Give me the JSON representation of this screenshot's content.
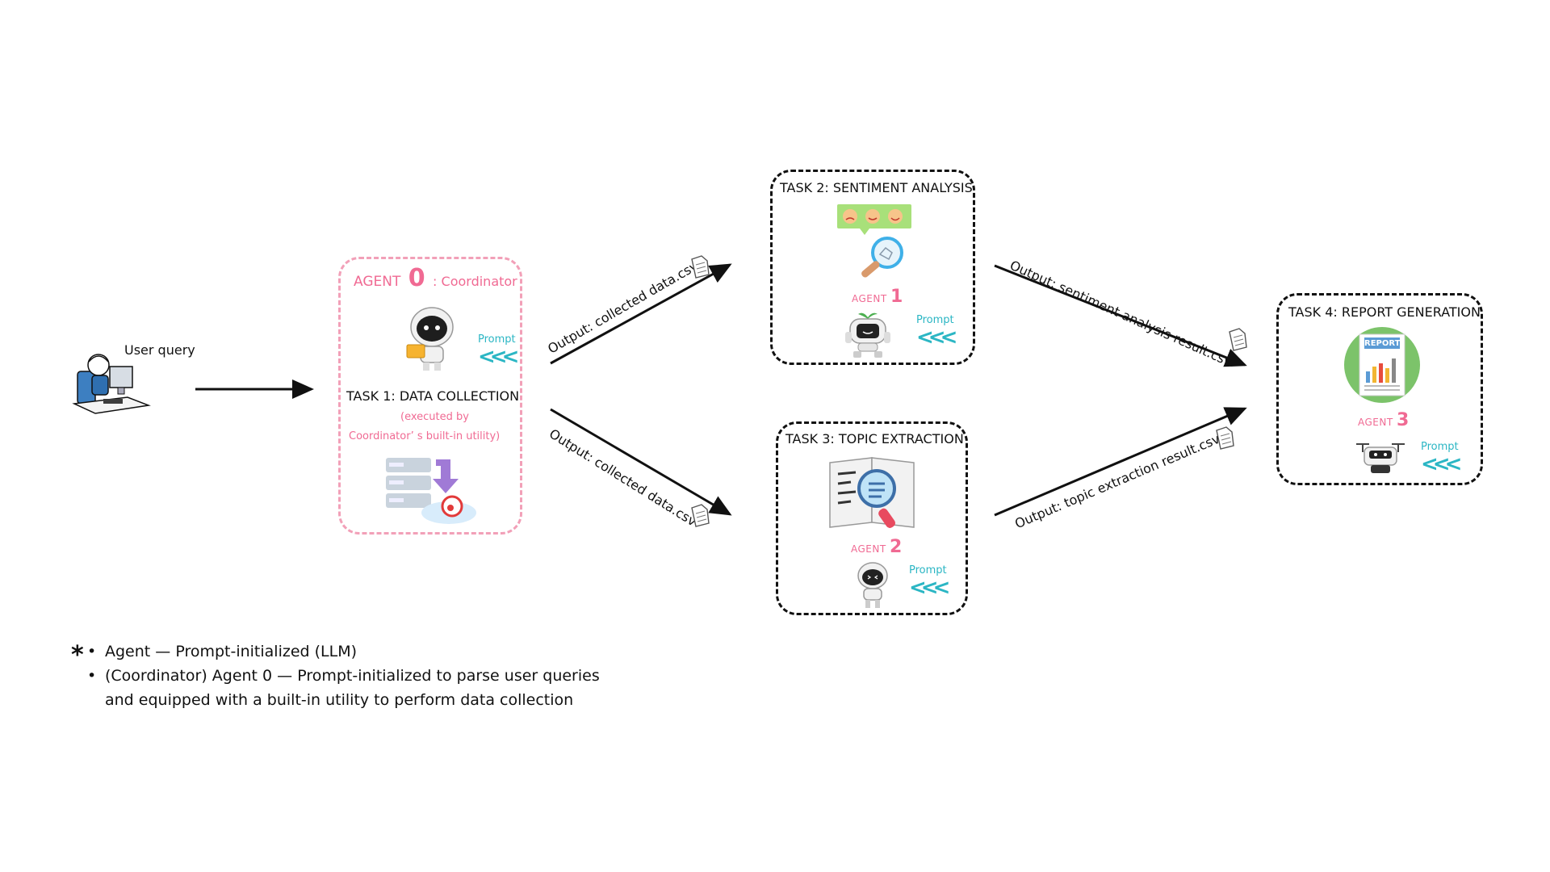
{
  "user": {
    "label": "User query"
  },
  "coordinator": {
    "agent_prefix": "AGENT",
    "agent_number": "0",
    "agent_suffix": ": Coordinator",
    "prompt": "Prompt",
    "task_title": "TASK 1: DATA COLLECTION",
    "note_line1": "(executed by",
    "note_line2": "Coordinator’ s built-in utility)"
  },
  "task2": {
    "title": "TASK 2: SENTIMENT ANALYSIS",
    "agent_prefix": "AGENT",
    "agent_number": "1",
    "prompt": "Prompt"
  },
  "task3": {
    "title": "TASK 3: TOPIC EXTRACTION",
    "agent_prefix": "AGENT",
    "agent_number": "2",
    "prompt": "Prompt"
  },
  "task4": {
    "title": "TASK 4: REPORT GENERATION",
    "agent_prefix": "AGENT",
    "agent_number": "3",
    "prompt": "Prompt",
    "report_badge": "REPORT"
  },
  "edges": {
    "to_task2": "Output: collected data.csv",
    "to_task3": "Output: collected data.csv",
    "from_task2": "Output: sentiment analysis result.csv",
    "from_task3": "Output: topic extraction result.csv"
  },
  "legend": {
    "marker": "*",
    "item1": "Agent — Prompt-initialized (LLM)",
    "item2_line1": "(Coordinator) Agent 0 — Prompt-initialized to parse user queries",
    "item2_line2": "and equipped with a built-in utility to perform data collection"
  },
  "colors": {
    "accent_pink": "#f06a93",
    "accent_teal": "#2bb6c4",
    "border_pink": "#f2a0b8"
  }
}
